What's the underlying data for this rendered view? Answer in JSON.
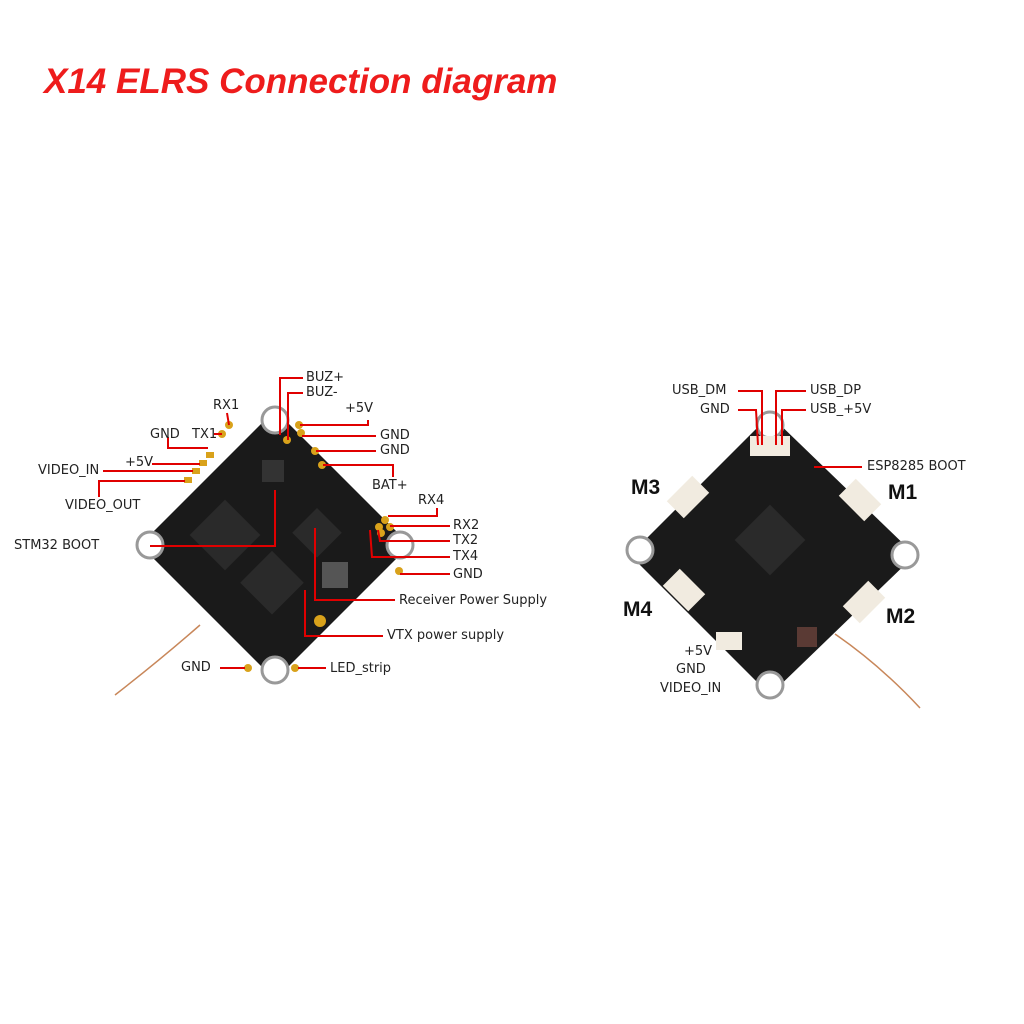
{
  "title": "X14 ELRS Connection diagram",
  "colors": {
    "title": "#ee1c1c",
    "leader": "#e00000",
    "board": "#1a1a1a",
    "pad": "#d9a21b",
    "connector": "#f1ebe0"
  },
  "front_board": {
    "labels": {
      "buz_plus": "BUZ+",
      "buz_minus": "BUZ-",
      "plus5v_top": "+5V",
      "rx1": "RX1",
      "gnd_left": "GND",
      "tx1": "TX1",
      "gnd_right1": "GND",
      "gnd_right2": "GND",
      "plus5v_left": "+5V",
      "video_in": "VIDEO_IN",
      "bat_plus": "BAT+",
      "video_out": "VIDEO_OUT",
      "rx4": "RX4",
      "rx2": "RX2",
      "stm32_boot": "STM32 BOOT",
      "tx2": "TX2",
      "tx4": "TX4",
      "gnd_right3": "GND",
      "receiver_power": "Receiver Power Supply",
      "vtx_power": "VTX power supply",
      "gnd_bottom": "GND",
      "led_strip": "LED_strip"
    }
  },
  "back_board": {
    "labels": {
      "usb_dm": "USB_DM",
      "usb_dp": "USB_DP",
      "gnd": "GND",
      "usb_5v": "USB_+5V",
      "esp_boot": "ESP8285 BOOT",
      "m1": "M1",
      "m2": "M2",
      "m3": "M3",
      "m4": "M4",
      "vid_5v": "+5V",
      "vid_gnd": "GND",
      "vid_in": "VIDEO_IN"
    }
  }
}
